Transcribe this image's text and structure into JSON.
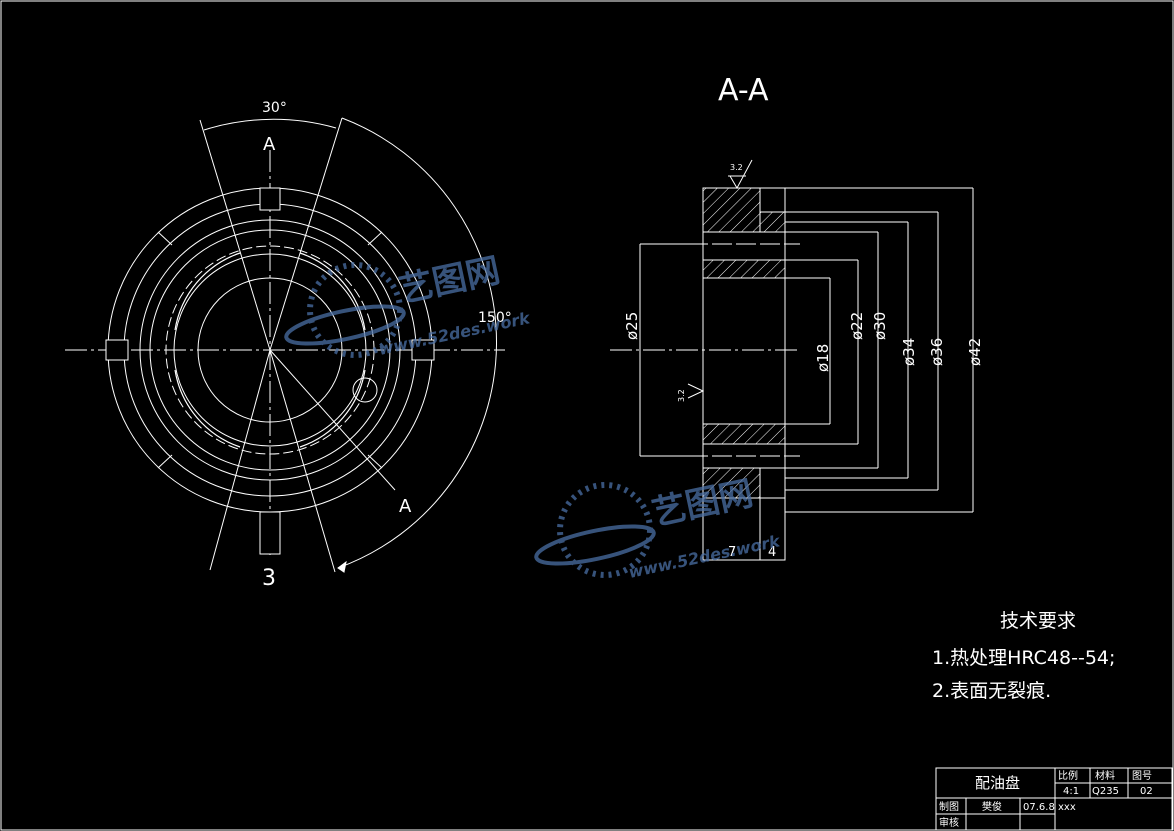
{
  "front_view": {
    "angle_top": "30°",
    "angle_right": "150°",
    "section_mark_top": "A",
    "section_mark_bottom": "A",
    "detail_number": "3"
  },
  "section_view": {
    "title": "A-A",
    "roughness_top": "3.2",
    "roughness_left": "3.2",
    "dims": {
      "d25": "ø25",
      "d18": "ø18",
      "d22": "ø22",
      "d30": "ø30",
      "d34": "ø34",
      "d36": "ø36",
      "d42": "ø42",
      "w7": "7",
      "w4": "4"
    }
  },
  "watermark": {
    "name": "艺图网",
    "url": "www.52des.work"
  },
  "tech_requirements": {
    "heading": "技术要求",
    "item1": "1.热处理HRC48--54;",
    "item2": "2.表面无裂痕."
  },
  "title_block": {
    "part_name": "配油盘",
    "scale_label": "比例",
    "scale_value": "4:1",
    "material_label": "材料",
    "material_value": "Q235",
    "drawing_no_label": "图号",
    "drawing_no_value": "02",
    "drawn_label": "制图",
    "drawn_by": "樊俊",
    "drawn_date": "07.6.8",
    "drawn_extra": "xxx",
    "checked_label": "审核"
  },
  "colors": {
    "background": "#000000",
    "line": "#ffffff",
    "watermark": "#4a6fa5"
  }
}
